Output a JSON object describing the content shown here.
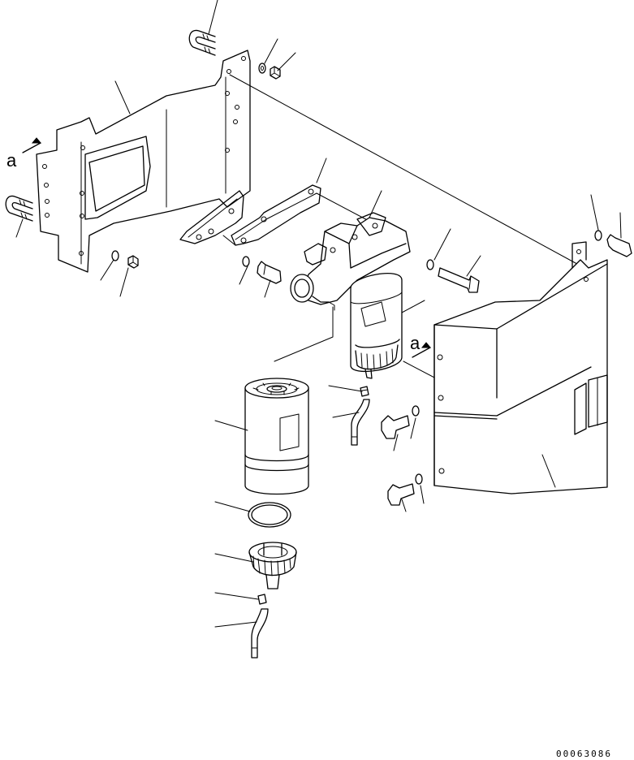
{
  "view_markers": [
    "a",
    "a"
  ],
  "drawing_number": "00063086"
}
